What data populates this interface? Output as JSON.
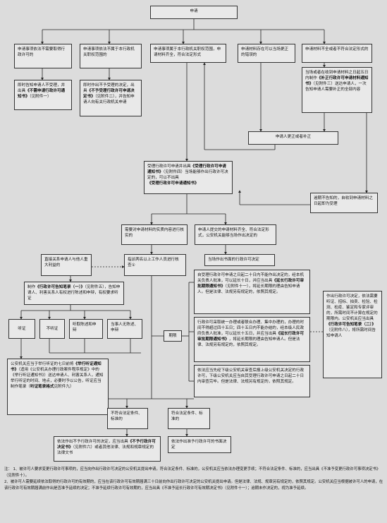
{
  "nodes": {
    "apply": "申请",
    "no_permit_needed": "申请事项依法不需要取得行政许可的",
    "not_in_scope": "申请事项依法不属于本行政机关职权范围的",
    "in_scope_complete": "申请事项属于本行政机关职权范围，申请材料齐全，符合法定形式",
    "correctable_error": "申请材料存在可以当场更正的错误的",
    "incomplete": "申请材料不全或者不符合法定形式的",
    "reject_notice": [
      "即时告知申请人不受理，并出具",
      "《不需申请行政许可通知书》",
      "（见附件一）"
    ],
    "not_accept_decision": [
      "即时作出不予受理的决定，出具",
      "《不予受理行政许可申请决定书》",
      "（见附件二），并告知申请人向有关行政机关申请"
    ],
    "supplement_notice": [
      "当场或者在收到申请材料之日起五日内制作",
      "《补正行政许可申请材料通知书》",
      "（见附件三）送达申请人，一次告知申请人需要补正的全部内容"
    ],
    "corrected": "申请人更正或者补正",
    "overdue": "逾期不告知的，自收到申请材料之日起即为受理",
    "accept": [
      "受理行政许可申请并出具",
      "《受理行政许可申请通知书》",
      "（见附件四）",
      "当场能够作出行政许可决定的，可以不出具",
      "《受理行政许可申请通知书》"
    ],
    "verify_needed": "需要对申请材料的实质内容进行核实的",
    "complete_onsite": "申请人提交的申请材料齐全、符合法定形式，公安机关能够当场作出决定的",
    "two_staff": "指派两名以上工作人员进行核查①",
    "onsite_decision": "当场作出书面的行政许可决定",
    "interest_party": "直接关系申请人与他人重大利益的",
    "hearing_notice": [
      "制作",
      "《行政许可告知笔录（一）》",
      "（见附件五），告知申请人、利害关系人有权进行陈述和申辩，有权要求听证"
    ],
    "opt_hearing": "听证",
    "opt_no_hearing": "不听证",
    "opt_statement": "听取陈述和申辩",
    "opt_none": "当事人无陈述、申辩",
    "hearing_detail": [
      "公安机关应当于举行听证的七日前将",
      "《举行听证通知书》",
      "（适用《公安机关办理行政案件程序规定》中的《举行听证通知书》）送达申请人、利害关系人，通知举行听证的时间、地点，必要时予以公告，听证应当制作笔录（",
      "听证笔录格式",
      "见附件九）"
    ],
    "deadline_label": "期限",
    "deadline_20": [
      "自受理行政许可申请之日起二十日内不能作出决定的，经本机关负责人批准，可以延长十日，并应当出具",
      "《延长行政许可审批期限通知书》",
      "（见附件十一），将延长期限的理由告知申请人。但是法律、法规另有规定的，依照其规定。"
    ],
    "deadline_45": [
      "行政许可采取统一办理或者联合办理、集中办理的，办理的时间不得超过四十五日；四十五日内不能办结的，经本级人民政府负责人批准，可以延长十五日，并应当出具",
      "《延长行政许可审批期限通知书》",
      "，将延长期限的理由告知申请人。但是法律、法规另有规定的，依照其规定。"
    ],
    "deadline_lower": "依法应当先经下级公安机关审查后报上级公安机关决定的行政许可，下级公安机关应当自其受理行政许可申请之日起二十日内审查完毕。但是法律、法规另有规定的，依照其规定。",
    "extra_time": [
      "作出行政许可决定，依法需要听证、招标、拍卖、检验、检测、检疫、鉴定和专家评审的，所需时间不计算在规定的期限内。公安机关应当出具",
      "《行政许可告知笔录（二）》",
      "（见附件八），将所需时间告知申请人"
    ],
    "not_meet": "不符合法定条件、标准的",
    "meet": "符合法定条件、标准的",
    "deny_decision": [
      "依法作出不予行政许可的决定，应当出具",
      "《不予行政许可决定书》",
      "（见附件六）或者其他法律、法规和规章规定的法律文书"
    ],
    "grant_decision": "依法作出准予行政许可的书面决定"
  },
  "notes": [
    "注：  1、被许可人要求变更行政许可事项的，应当向作出行政许可决定的公安机关提出申请，符合法定条件、标准的，公安机关应当依法办理变更手续；不符合法定条件、标准的，应当出具《不准予变更行政许可事项决定书》（见附件十）。",
    "2、被许可人需要延续依法取得的行政许可的有效期的，应当在该行政许可有效期届满三十日前向作出行政许可决定的公安机关提出申请。但是法律、法规、规章另有规定的，依照其规定。公安机关应当根据被许可人的申请，在该行政许可有效期届满前作出是否准予延续的决定；不准予延续行政许可有效期的，应当出具《不准予延长行政许可有效期决定书》（见附件十一）；逾期未作决定的，视为准予延续。"
  ]
}
